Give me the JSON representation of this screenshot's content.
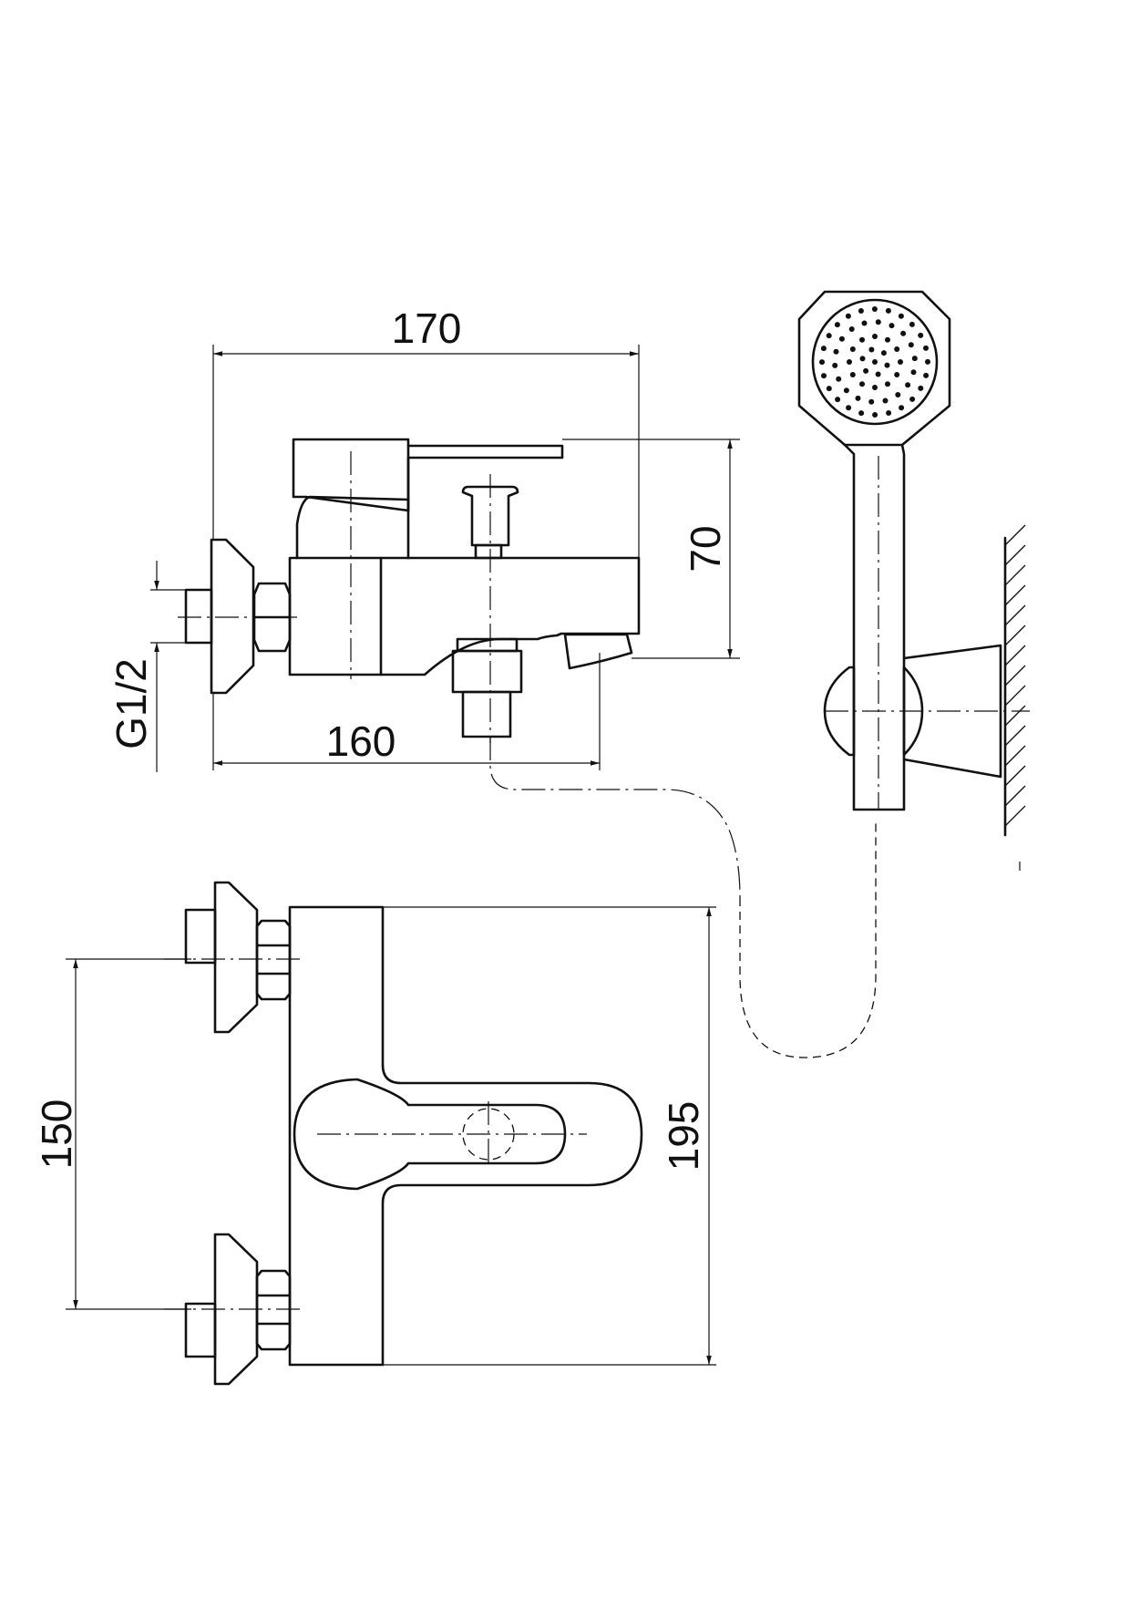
{
  "dimensions": {
    "overall_length": "170",
    "body_length": "160",
    "height": "70",
    "thread": "G1/2",
    "inlet_spacing": "150",
    "body_width": "195"
  },
  "colors": {
    "line": "#111111",
    "background": "#ffffff"
  }
}
